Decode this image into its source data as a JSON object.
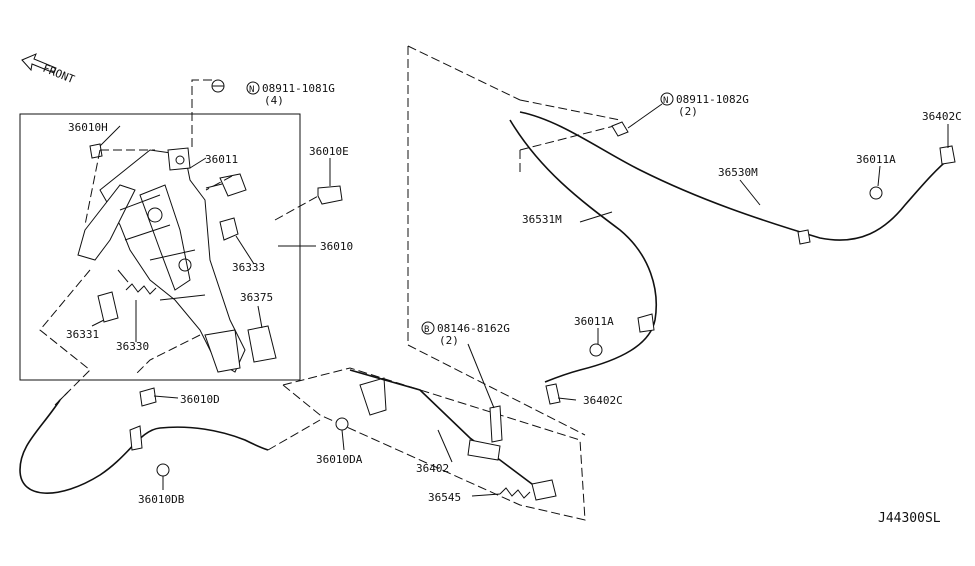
{
  "diagram": {
    "front_label": "FRONT",
    "ref_code": "J44300SL",
    "labels": {
      "p36010H": "36010H",
      "p36011": "36011",
      "p36010E": "36010E",
      "p36010": "36010",
      "p36333": "36333",
      "p36375": "36375",
      "p36331": "36331",
      "p36330": "36330",
      "p36010D": "36010D",
      "p36010DB": "36010DB",
      "p36010DA": "36010DA",
      "p36402": "36402",
      "p36545": "36545",
      "p36531M": "36531M",
      "p36530M": "36530M",
      "p36011A_right": "36011A",
      "p36011A_center": "36011A",
      "p36402C_right": "36402C",
      "p36402C_center": "36402C",
      "nut1_prefix": "N",
      "nut1_part": "08911-1081G",
      "nut1_qty": "(4)",
      "nut2_prefix": "N",
      "nut2_part": "08911-1082G",
      "nut2_qty": "(2)",
      "bolt_prefix": "B",
      "bolt_part": "08146-8162G",
      "bolt_qty": "(2)"
    }
  }
}
